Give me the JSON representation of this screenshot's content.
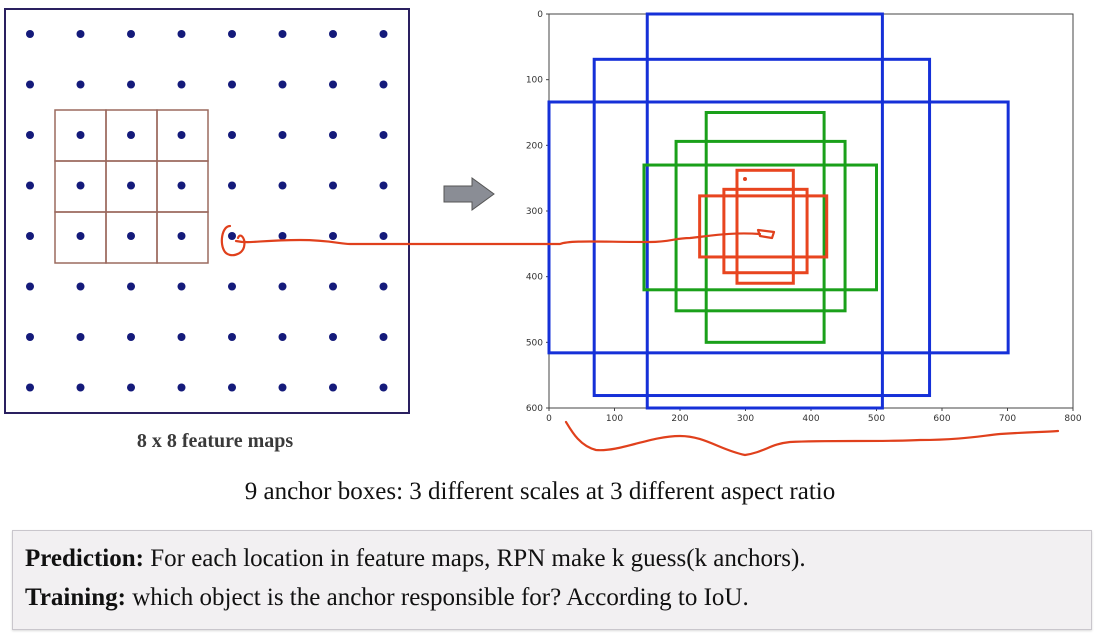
{
  "feature_map": {
    "caption": "8 x 8 feature maps",
    "grid_size": 8,
    "dot_color": "#141a7a",
    "frame_color": "#2a2060",
    "box_color": "#9b6a5f",
    "highlighted_cell": [
      4,
      4
    ]
  },
  "arrow": {
    "color": "#8a8d95",
    "icon": "right-arrow-icon"
  },
  "plot": {
    "x_ticks": [
      "0",
      "100",
      "200",
      "300",
      "400",
      "500",
      "600",
      "700",
      "800"
    ],
    "y_ticks": [
      "0",
      "100",
      "200",
      "300",
      "400",
      "500",
      "600"
    ],
    "x_range": [
      0,
      800
    ],
    "y_range": [
      0,
      600
    ],
    "y_inverted": true,
    "groups": [
      {
        "color": "#1530d8",
        "boxes": [
          [
            150,
            0,
            509,
            600
          ],
          [
            69,
            69,
            581,
            581
          ],
          [
            0,
            134,
            701,
            516
          ]
        ]
      },
      {
        "color": "#1aa01a",
        "boxes": [
          [
            240,
            150,
            420,
            500
          ],
          [
            194,
            194,
            452,
            452
          ],
          [
            145,
            230,
            500,
            420
          ]
        ]
      },
      {
        "color": "#e8451f",
        "boxes": [
          [
            287,
            238,
            373,
            410
          ],
          [
            267,
            267,
            394,
            394
          ],
          [
            230,
            277,
            424,
            370
          ]
        ]
      }
    ]
  },
  "annotation_color": "#e0401c",
  "main_caption": "9 anchor boxes: 3 different scales at 3 different aspect ratio",
  "notes": {
    "prediction_label": "Prediction:",
    "prediction_text": " For each location in feature maps, RPN make k guess(k anchors).",
    "training_label": "Training:",
    "training_text": " which object is the anchor responsible for? According to IoU."
  }
}
